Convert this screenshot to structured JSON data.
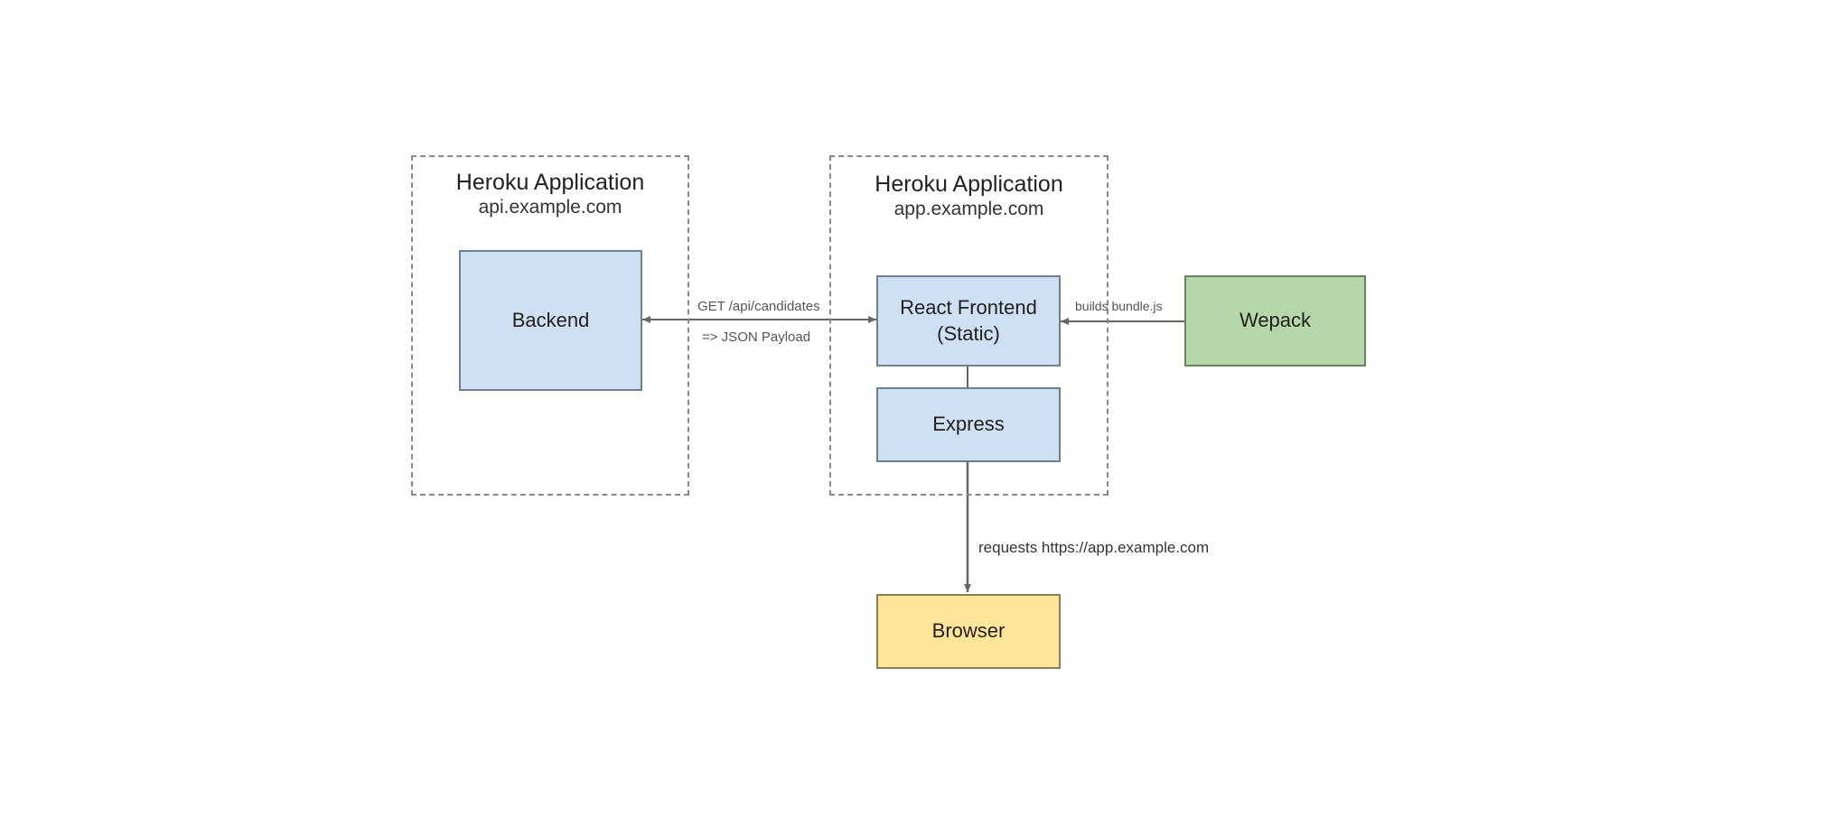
{
  "containers": {
    "api": {
      "title": "Heroku Application",
      "subtitle": "api.example.com"
    },
    "app": {
      "title": "Heroku Application",
      "subtitle": "app.example.com"
    }
  },
  "nodes": {
    "backend": "Backend",
    "react_line1": "React Frontend",
    "react_line2": "(Static)",
    "express": "Express",
    "wepack": "Wepack",
    "browser": "Browser"
  },
  "edges": {
    "api_request": "GET /api/candidates",
    "api_response": "=> JSON Payload",
    "build": "builds bundle.js",
    "browser_request": "requests https://app.example.com"
  },
  "colors": {
    "service_fill": "#cfe0f3",
    "build_tool_fill": "#b6d7a8",
    "client_fill": "#ffe599",
    "container_border": "#8a8a8a"
  }
}
